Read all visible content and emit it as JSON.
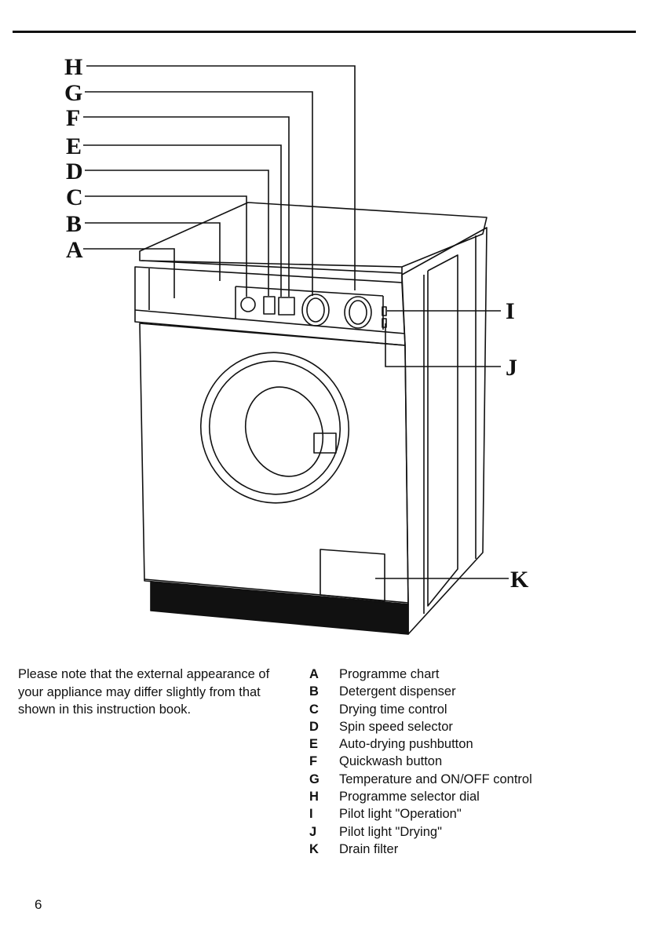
{
  "diagram": {
    "callouts": [
      "A",
      "B",
      "C",
      "D",
      "E",
      "F",
      "G",
      "H",
      "I",
      "J",
      "K"
    ]
  },
  "note": "Please note that the external appearance of your appliance may differ slightly from that shown in this instruction book.",
  "legend": [
    {
      "letter": "A",
      "label": "Programme chart"
    },
    {
      "letter": "B",
      "label": "Detergent dispenser"
    },
    {
      "letter": "C",
      "label": "Drying time control"
    },
    {
      "letter": "D",
      "label": "Spin speed selector"
    },
    {
      "letter": "E",
      "label": "Auto-drying pushbutton"
    },
    {
      "letter": "F",
      "label": "Quickwash button"
    },
    {
      "letter": "G",
      "label": "Temperature and ON/OFF control"
    },
    {
      "letter": "H",
      "label": "Programme selector dial"
    },
    {
      "letter": "I",
      "label": "Pilot light \"Operation\""
    },
    {
      "letter": "J",
      "label": "Pilot light \"Drying\""
    },
    {
      "letter": "K",
      "label": "Drain filter"
    }
  ],
  "page_number": "6"
}
